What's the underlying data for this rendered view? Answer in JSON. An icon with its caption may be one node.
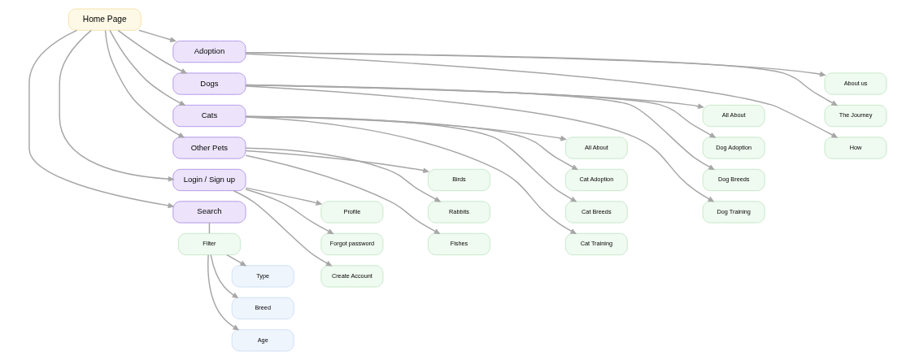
{
  "diagram": {
    "nodes": [
      {
        "text": [
          "Home Page"
        ]
      },
      {
        "text": [
          "Adoption"
        ]
      },
      {
        "text": [
          "Dogs"
        ]
      },
      {
        "text": [
          "Cats"
        ]
      },
      {
        "text": [
          "Other Pets"
        ]
      },
      {
        "text": [
          "Login / Sign up"
        ]
      },
      {
        "text": [
          "Search"
        ]
      },
      {
        "text": [
          "About us"
        ]
      },
      {
        "text": [
          "The Journey"
        ]
      },
      {
        "text": [
          "How"
        ]
      },
      {
        "text": [
          "All About"
        ]
      },
      {
        "text": [
          "Dog Adoption"
        ]
      },
      {
        "text": [
          "Dog Breeds"
        ]
      },
      {
        "text": [
          "Dog Training"
        ]
      },
      {
        "text": [
          "All About"
        ]
      },
      {
        "text": [
          "Cat Adoption"
        ]
      },
      {
        "text": [
          "Cat Breeds"
        ]
      },
      {
        "text": [
          "Cat Training"
        ]
      },
      {
        "text": [
          "Birds"
        ]
      },
      {
        "text": [
          "Rabbits"
        ]
      },
      {
        "text": [
          "Fishes"
        ]
      },
      {
        "text": [
          "Profile"
        ]
      },
      {
        "text": [
          "Forgot password"
        ]
      },
      {
        "text": [
          "Create Account"
        ]
      },
      {
        "text": [
          "Filter"
        ]
      },
      {
        "text": [
          "Type"
        ]
      },
      {
        "text": [
          "Breed"
        ]
      },
      {
        "text": [
          "Age"
        ]
      }
    ],
    "edges": [
      {
        "from": 0,
        "to": 1,
        "arrow": "to"
      },
      {
        "from": 0,
        "to": 2,
        "arrow": "to"
      },
      {
        "from": 0,
        "to": 3,
        "arrow": "to"
      },
      {
        "from": 0,
        "to": 4,
        "arrow": "to"
      },
      {
        "from": 0,
        "to": 5,
        "arrow": "to"
      },
      {
        "from": 0,
        "to": 6,
        "arrow": "to"
      },
      {
        "from": 1,
        "to": 7,
        "arrow": "to"
      },
      {
        "from": 1,
        "to": 8,
        "arrow": "to"
      },
      {
        "from": 1,
        "to": 9,
        "arrow": "to"
      },
      {
        "from": 2,
        "to": 10,
        "arrow": "to"
      },
      {
        "from": 2,
        "to": 11,
        "arrow": "to"
      },
      {
        "from": 2,
        "to": 12,
        "arrow": "to"
      },
      {
        "from": 2,
        "to": 13,
        "arrow": "to"
      },
      {
        "from": 3,
        "to": 14,
        "arrow": "to"
      },
      {
        "from": 3,
        "to": 15,
        "arrow": "to"
      },
      {
        "from": 3,
        "to": 16,
        "arrow": "to"
      },
      {
        "from": 3,
        "to": 17,
        "arrow": "to"
      },
      {
        "from": 4,
        "to": 18,
        "arrow": "to"
      },
      {
        "from": 4,
        "to": 19,
        "arrow": "to"
      },
      {
        "from": 4,
        "to": 20,
        "arrow": "to"
      },
      {
        "from": 5,
        "to": 21,
        "arrow": "to"
      },
      {
        "from": 5,
        "to": 22,
        "arrow": "to"
      },
      {
        "from": 5,
        "to": 23,
        "arrow": "to"
      },
      {
        "from": 6,
        "to": 24,
        "arrow": "none"
      },
      {
        "from": 24,
        "to": 25,
        "arrow": "to"
      },
      {
        "from": 24,
        "to": 26,
        "arrow": "to"
      },
      {
        "from": 24,
        "to": 27,
        "arrow": "to"
      }
    ]
  }
}
